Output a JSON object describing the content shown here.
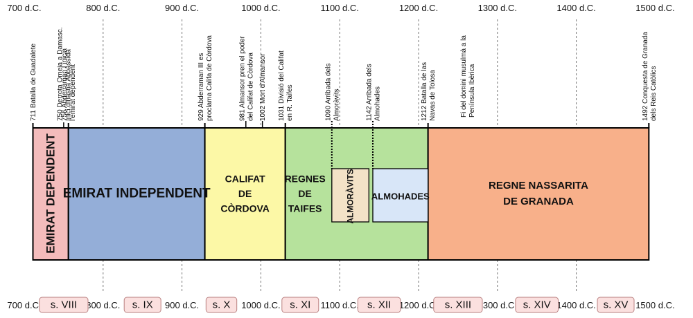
{
  "ticks": [
    "700 d.C.",
    "800 d.C.",
    "900 d.C.",
    "1000 d.C.",
    "1100 d.C.",
    "1200 d.C.",
    "1300 d.C.",
    "1400 d.C.",
    "1500 d.C."
  ],
  "periods": [
    {
      "key": "emirat-dependent",
      "start": 711,
      "end": 756,
      "color": "#f4bcbc",
      "lines": [
        "EMIRAT DEPENDENT"
      ],
      "vertical": true,
      "size": 17
    },
    {
      "key": "emirat-independent",
      "start": 756,
      "end": 929,
      "color": "#94aed8",
      "lines": [
        "EMIRAT INDEPENDENT"
      ],
      "size": 19
    },
    {
      "key": "califat-de-cordova",
      "start": 929,
      "end": 1031,
      "color": "#fcf8a6",
      "lines": [
        "CALIFAT",
        "DE",
        "CÒRDOVA"
      ],
      "size": 14
    },
    {
      "key": "regnes-de-taifes",
      "start": 1031,
      "end": 1212,
      "color": "#b6e29c",
      "lines": [
        "REGNES",
        "DE",
        "TAIFES"
      ],
      "size": 14,
      "anchor": 1056
    },
    {
      "key": "regne-nassarita",
      "start": 1212,
      "end": 1492,
      "color": "#f8b08a",
      "lines": [
        "REGNE NASSARITA",
        "DE GRANADA"
      ],
      "size": 15
    }
  ],
  "subperiods": [
    {
      "key": "almoravits",
      "start": 1090,
      "end": 1137,
      "color": "#f3e2c7",
      "lines": [
        "ALMORÀVITS"
      ],
      "vertical": true,
      "size": 12
    },
    {
      "key": "almohades",
      "start": 1142,
      "end": 1212,
      "color": "#d8e6f8",
      "lines": [
        "ALMOHADES"
      ],
      "size": 13
    }
  ],
  "events": [
    {
      "key": "711",
      "year": 711,
      "lines": [
        "711 Batalla de Guadalete"
      ]
    },
    {
      "key": "750",
      "year": 750,
      "lines": [
        "750 Derrota Omeia a Damasc.",
        "Inici dinastia Abbàssida"
      ]
    },
    {
      "key": "756",
      "year": 756,
      "lines": [
        "756 Abderraman I inicia",
        "l'emirat dependent"
      ]
    },
    {
      "key": "929",
      "year": 929,
      "lines": [
        "929 Abderraman III es",
        "proclama Califa de Còrdova"
      ]
    },
    {
      "key": "981",
      "year": 981,
      "lines": [
        "981 Almansor pren el poder",
        "del Califat de Còrdova"
      ]
    },
    {
      "key": "1002",
      "year": 1002,
      "lines": [
        "1002 Mort d'Almansor"
      ]
    },
    {
      "key": "1031",
      "year": 1031,
      "lines": [
        "1031 Divisió del Califat",
        "en R. Taifes"
      ]
    },
    {
      "key": "1090",
      "year": 1090,
      "lines": [
        "1090 Arribada dels",
        "Almoràvits"
      ]
    },
    {
      "key": "1142",
      "year": 1142,
      "lines": [
        "1142 Arribada dels",
        "Almohades"
      ]
    },
    {
      "key": "1212",
      "year": 1212,
      "lines": [
        "1212 Batalla de las",
        "Navas de Tolosa"
      ]
    },
    {
      "key": "fi-domini",
      "year": 1262,
      "lines": [
        "Fi del domini musulmà a la",
        "Península Ibèrica"
      ]
    },
    {
      "key": "1492",
      "year": 1492,
      "lines": [
        "1492 Conquesta de Granada",
        "dels Reis Catòlics"
      ]
    }
  ],
  "centuries": [
    {
      "label": "s. VIII",
      "mid": 750
    },
    {
      "label": "s. IX",
      "mid": 850
    },
    {
      "label": "s. X",
      "mid": 950
    },
    {
      "label": "s. XI",
      "mid": 1050
    },
    {
      "label": "s. XII",
      "mid": 1150
    },
    {
      "label": "s. XIII",
      "mid": 1250
    },
    {
      "label": "s. XIV",
      "mid": 1350
    },
    {
      "label": "s. XV",
      "mid": 1450
    }
  ],
  "colors": {
    "century_fill": "#fbe0df",
    "century_stroke": "#b98080",
    "grid": "#777777",
    "line": "#000000"
  }
}
